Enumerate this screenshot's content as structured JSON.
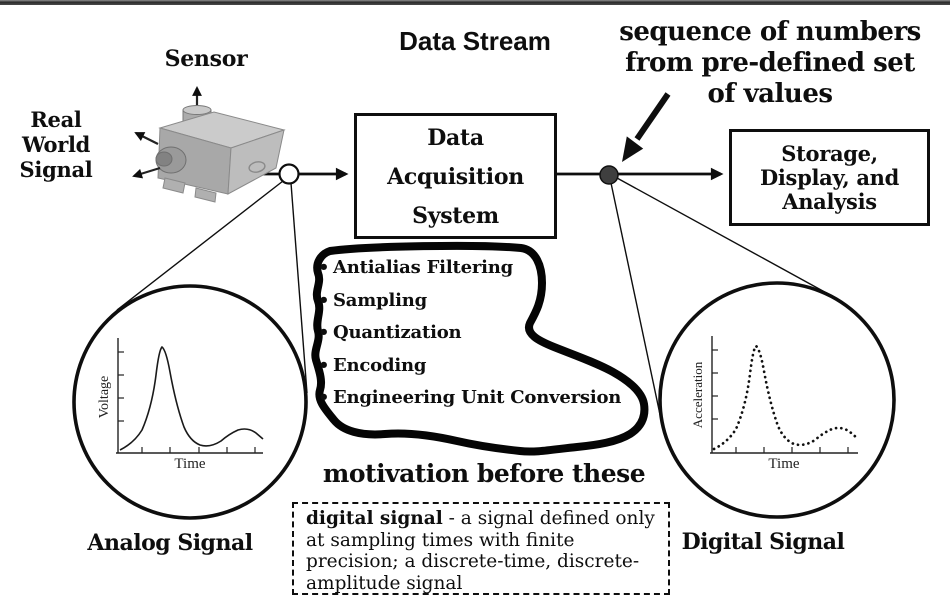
{
  "colors": {
    "ink": "#0e0e0e",
    "background": "#ffffff",
    "top_bar": "#3a3a3a",
    "sensor_gray": "#b8b8b8"
  },
  "header": {
    "title": "Data Stream"
  },
  "sensor": {
    "label": "Sensor"
  },
  "real_world_signal": {
    "lines": [
      "Real",
      "World",
      "Signal"
    ]
  },
  "sequence_note": {
    "lines": [
      "sequence of numbers",
      "from pre-defined set",
      "of values"
    ]
  },
  "daq_box": {
    "lines": [
      "Data",
      "Acquisition",
      "System"
    ]
  },
  "storage_box": {
    "lines": [
      "Storage,",
      "Display, and",
      "Analysis"
    ]
  },
  "processing_steps": {
    "bullet": "•",
    "items": [
      "Antialias Filtering",
      "Sampling",
      "Quantization",
      "Encoding",
      "Engineering Unit Conversion"
    ]
  },
  "motivation": {
    "text": "motivation before these"
  },
  "definition_box": {
    "term": "digital signal",
    "line1_rest": " - a signal defined only",
    "lines": [
      "at sampling times with finite",
      "precision; a discrete-time, discrete-",
      "amplitude signal"
    ]
  },
  "analog_plot": {
    "ylabel": "Voltage",
    "xlabel": "Time",
    "caption": "Analog Signal"
  },
  "digital_plot": {
    "ylabel": "Acceleration",
    "xlabel": "Time",
    "caption": "Digital Signal"
  }
}
